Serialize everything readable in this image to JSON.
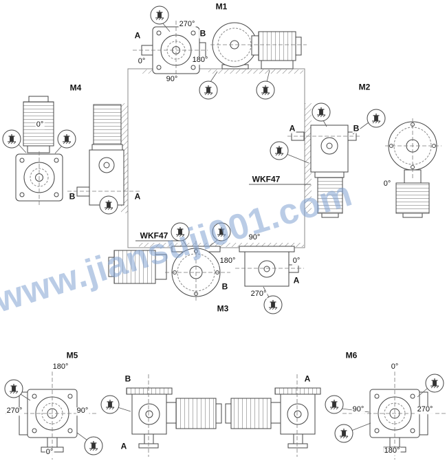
{
  "watermark": "www.jiansuji001.com",
  "sections": {
    "m1": {
      "title": "M1",
      "deg270": "270°",
      "deg180": "180°",
      "deg90": "90°",
      "deg0": "0°",
      "end_a": "A",
      "end_b": "B"
    },
    "m2": {
      "title": "M2",
      "model": "WKF47",
      "deg0": "0°",
      "end_a": "A",
      "end_b": "B"
    },
    "m3": {
      "title": "M3",
      "model": "WKF47",
      "deg270": "270°",
      "deg180": "180°",
      "deg90": "90°",
      "deg0": "0°",
      "end_a": "A",
      "end_b": "B"
    },
    "m4": {
      "title": "M4",
      "deg0": "0°",
      "end_a": "A",
      "end_b": "B"
    },
    "m5": {
      "title": "M5",
      "deg270": "270°",
      "deg180": "180°",
      "deg90": "90°",
      "deg0": "0°",
      "end_a": "A",
      "end_b": "B"
    },
    "m6": {
      "title": "M6",
      "deg270": "270°",
      "deg180": "180°",
      "deg90": "90°",
      "deg0": "0°",
      "end_a": "A"
    }
  },
  "icon_names": {
    "plug": "oil-plug-icon"
  }
}
